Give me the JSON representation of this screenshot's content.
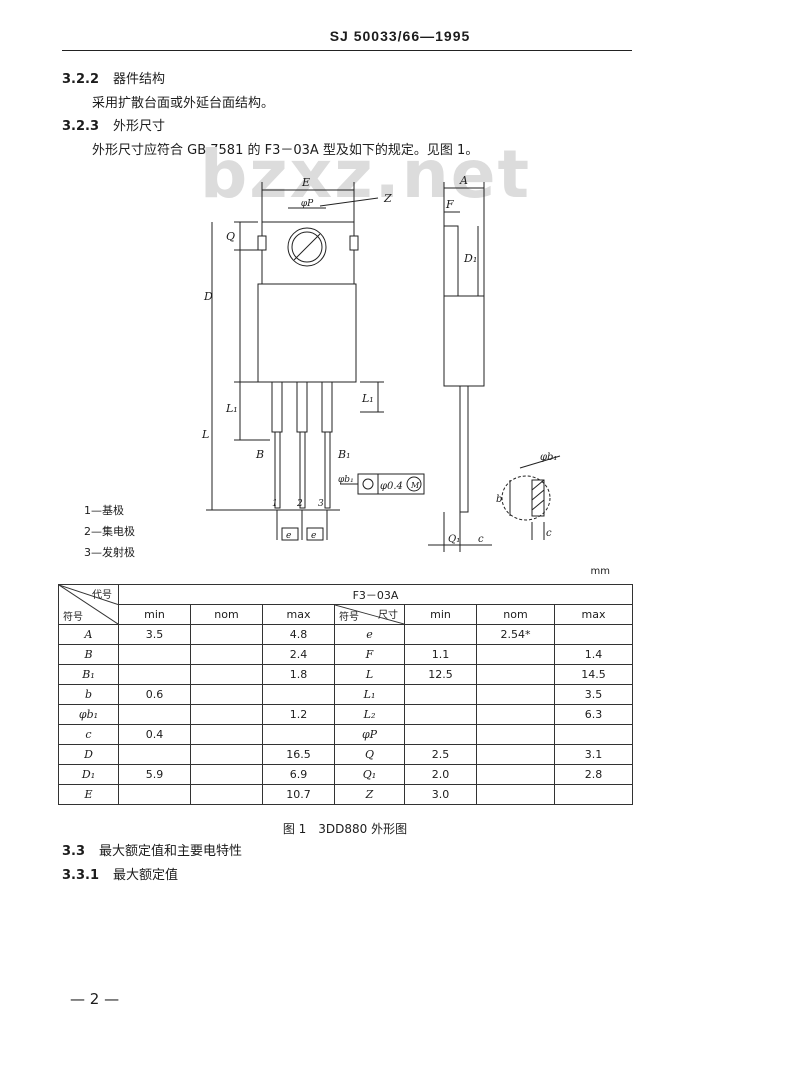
{
  "header": {
    "doc_no": "SJ 50033/66—1995"
  },
  "sections": {
    "s322_num": "3.2.2",
    "s322_title": "器件结构",
    "s322_text": "采用扩散台面或外延台面结构。",
    "s323_num": "3.2.3",
    "s323_title": "外形尺寸",
    "s323_text": "外形尺寸应符合 GB 7581 的 F3－03A 型及如下的规定。见图 1。",
    "s33_num": "3.3",
    "s33_title": "最大额定值和主要电特性",
    "s331_num": "3.3.1",
    "s331_title": "最大额定值"
  },
  "watermark": "bzxz.net",
  "figure": {
    "labels": {
      "E": "E",
      "phiP": "φP",
      "Z": "Z",
      "Q": "Q",
      "D": "D",
      "L1": "L₁",
      "L": "L",
      "B": "B",
      "B1": "B₁",
      "phib1": "φb₁",
      "A": "A",
      "F": "F",
      "D1": "D₁",
      "Q1": "Q₁",
      "c": "c",
      "b": "b",
      "e": "e",
      "tol": "φ0.4",
      "M": "M",
      "pin1": "1",
      "pin2": "2",
      "pin3": "3"
    },
    "legend": [
      "1—基极",
      "2—集电极",
      "3—发射极"
    ],
    "unit": "mm",
    "caption": "图 1　3DD880 外形图"
  },
  "table": {
    "corner_top": "代号",
    "corner_mid": "尺寸",
    "corner_bot": "符号",
    "model": "F3－03A",
    "col_min": "min",
    "col_nom": "nom",
    "col_max": "max",
    "left_rows": [
      {
        "sym": "A",
        "min": "3.5",
        "nom": "",
        "max": "4.8"
      },
      {
        "sym": "B",
        "min": "",
        "nom": "",
        "max": "2.4"
      },
      {
        "sym": "B₁",
        "min": "",
        "nom": "",
        "max": "1.8"
      },
      {
        "sym": "b",
        "min": "0.6",
        "nom": "",
        "max": ""
      },
      {
        "sym": "φb₁",
        "min": "",
        "nom": "",
        "max": "1.2"
      },
      {
        "sym": "c",
        "min": "0.4",
        "nom": "",
        "max": ""
      },
      {
        "sym": "D",
        "min": "",
        "nom": "",
        "max": "16.5"
      },
      {
        "sym": "D₁",
        "min": "5.9",
        "nom": "",
        "max": "6.9"
      },
      {
        "sym": "E",
        "min": "",
        "nom": "",
        "max": "10.7"
      }
    ],
    "right_rows": [
      {
        "sym": "e",
        "min": "",
        "nom": "2.54*",
        "max": ""
      },
      {
        "sym": "F",
        "min": "1.1",
        "nom": "",
        "max": "1.4"
      },
      {
        "sym": "L",
        "min": "12.5",
        "nom": "",
        "max": "14.5"
      },
      {
        "sym": "L₁",
        "min": "",
        "nom": "",
        "max": "3.5"
      },
      {
        "sym": "L₂",
        "min": "",
        "nom": "",
        "max": "6.3"
      },
      {
        "sym": "φP",
        "min": "",
        "nom": "",
        "max": ""
      },
      {
        "sym": "Q",
        "min": "2.5",
        "nom": "",
        "max": "3.1"
      },
      {
        "sym": "Q₁",
        "min": "2.0",
        "nom": "",
        "max": "2.8"
      },
      {
        "sym": "Z",
        "min": "3.0",
        "nom": "",
        "max": ""
      }
    ]
  },
  "page_number": "— 2 —"
}
